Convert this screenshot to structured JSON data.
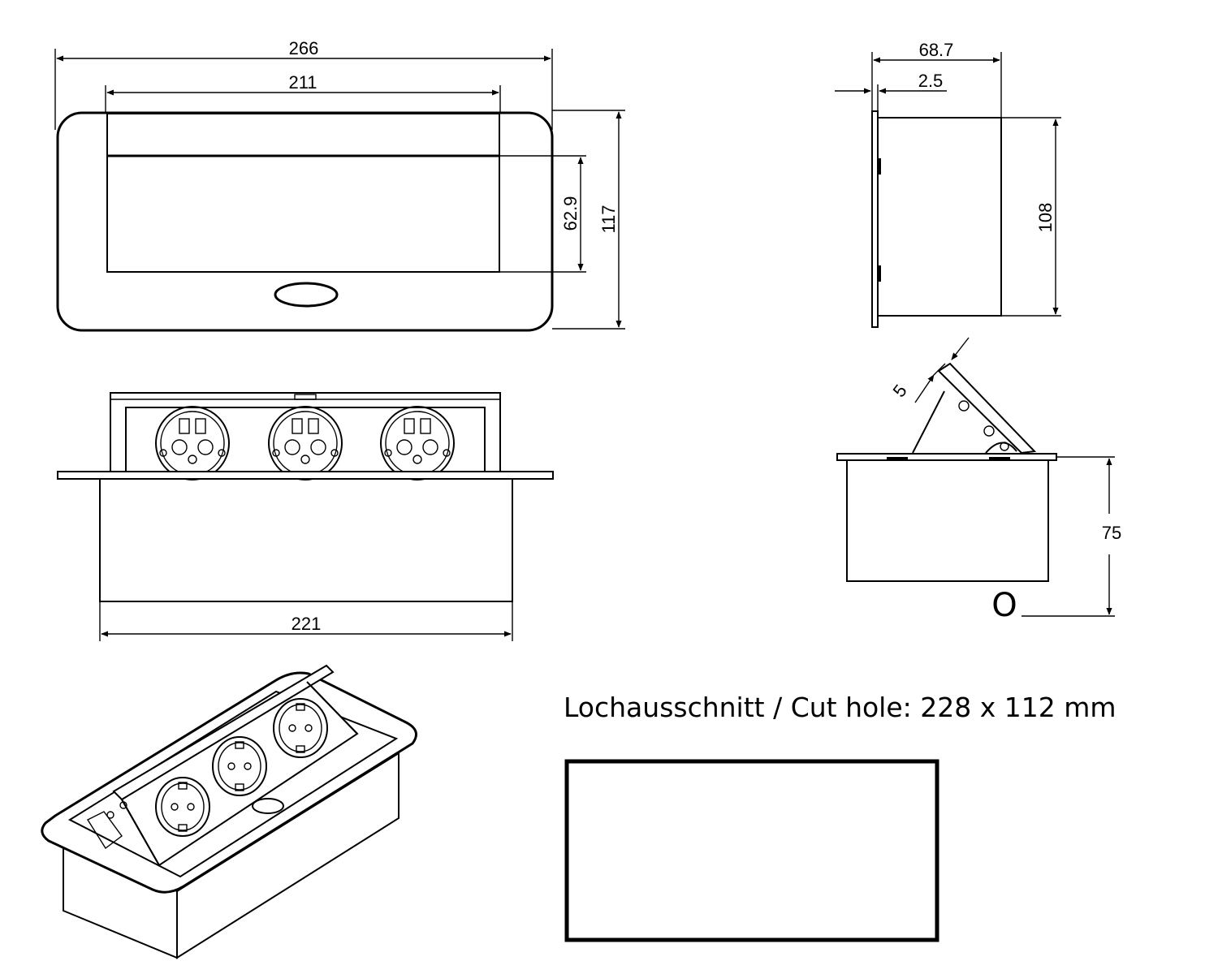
{
  "dimensions": {
    "front_overall_width": "266",
    "front_opening_width": "211",
    "front_lid_height": "62.9",
    "front_overall_height": "117",
    "side_overall_depth": "68.7",
    "side_plate_thickness": "2.5",
    "side_body_height": "108",
    "raised_body_width": "221",
    "lid_thickness": "5",
    "side_raised_height": "75",
    "side_raised_marker": "O"
  },
  "cut_hole": {
    "caption": "Lochausschnitt / Cut hole: 228 x 112 mm"
  },
  "socket_count": 3
}
